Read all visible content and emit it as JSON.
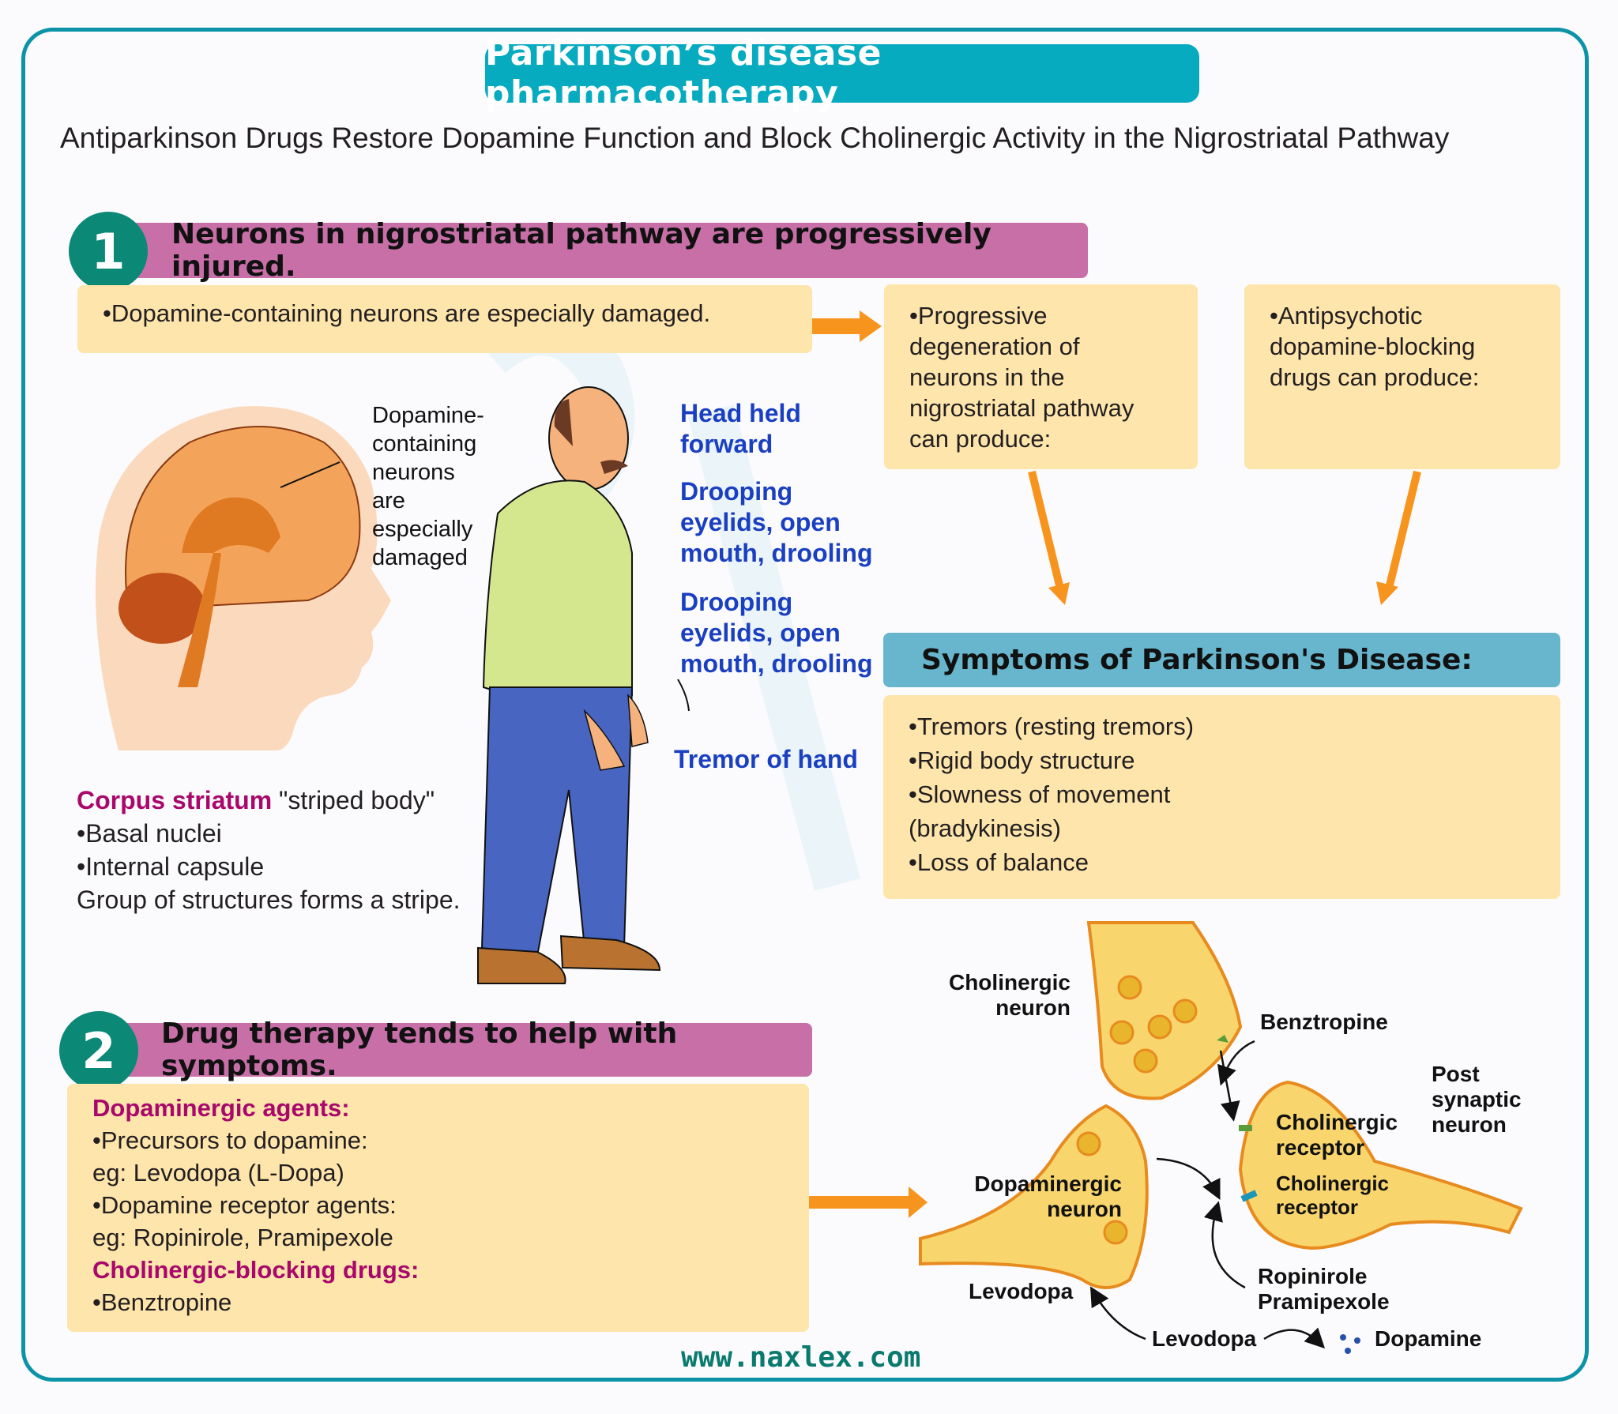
{
  "title": "Parkinson’s disease pharmacotherapy",
  "subtitle": "Antiparkinson Drugs Restore Dopamine Function and Block Cholinergic Activity in the Nigrostriatal Pathway",
  "step1": {
    "number": "1",
    "heading": "Neurons in nigrostriatal pathway are progressively injured.",
    "box_text": "•Dopamine-containing neurons are especially damaged."
  },
  "causes": {
    "progressive": [
      "•Progressive",
      "degeneration of",
      "neurons in the",
      "nigrostriatal pathway",
      "can produce:"
    ],
    "antipsychotic": [
      "•Antipsychotic",
      "dopamine-blocking",
      "drugs can produce:"
    ]
  },
  "brain_label": [
    "Dopamine-",
    "containing",
    "neurons",
    "are",
    "especially",
    "damaged"
  ],
  "posture_labels": {
    "head": [
      "Head held",
      "forward"
    ],
    "drooping1": [
      "Drooping",
      "eyelids, open",
      "mouth, drooling"
    ],
    "drooping2": [
      "Drooping",
      "eyelids, open",
      "mouth, drooling"
    ],
    "tremor": "Tremor of hand"
  },
  "corpus": {
    "term": "Corpus striatum",
    "definition": " \"striped body\"",
    "items": [
      "•Basal nuclei",
      "•Internal capsule"
    ],
    "note": "Group of structures forms a stripe."
  },
  "symptoms": {
    "heading": "Symptoms of Parkinson's Disease:",
    "items": [
      "•Tremors (resting tremors)",
      "•Rigid body structure",
      "•Slowness of movement",
      "(bradykinesis)",
      "•Loss of balance"
    ]
  },
  "step2": {
    "number": "2",
    "heading": "Drug therapy tends to help with symptoms.",
    "dopaminergic_title": "Dopaminergic agents:",
    "lines": [
      "•Precursors to dopamine:",
      "eg: Levodopa (L-Dopa)",
      "•Dopamine receptor agents:",
      "eg: Ropinirole, Pramipexole"
    ],
    "cholinergic_title": "Cholinergic-blocking drugs:",
    "cholinergic_lines": [
      "•Benztropine"
    ]
  },
  "synapse": {
    "cholinergic_neuron": [
      "Cholinergic",
      "neuron"
    ],
    "benztropine": "Benztropine",
    "post_synaptic": [
      "Post",
      "synaptic",
      "neuron"
    ],
    "cholinergic_receptor_1": [
      "Cholinergic",
      "receptor"
    ],
    "cholinergic_receptor_2": [
      "Cholinergic",
      "receptor"
    ],
    "dopaminergic_neuron": [
      "Dopaminergic",
      "neuron"
    ],
    "ropinirole": [
      "Ropinirole",
      "Pramipexole"
    ],
    "levodopa_top": "Levodopa",
    "levodopa_bottom": "Levodopa",
    "dopamine": "Dopamine"
  },
  "footer_url": "www.naxlex.com",
  "colors": {
    "frame": "#0d93a8",
    "title_bg": "#06abc0",
    "step_bar": "#c86fa8",
    "step_badge": "#0b8876",
    "box": "#fee5ac",
    "symptom_head": "#68b6cd",
    "arrow": "#f7941d",
    "label_blue": "#1a3fc0",
    "magenta": "#a9086b",
    "neuron_fill": "#f8d66d",
    "neuron_stroke": "#e88b1f"
  }
}
